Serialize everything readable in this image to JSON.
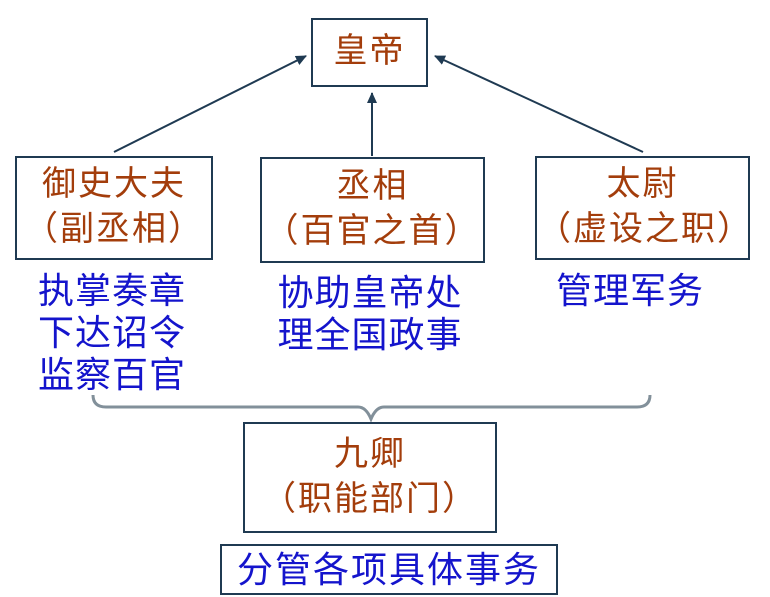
{
  "diagram": {
    "colors": {
      "background": "#ffffff",
      "box_border": "#1f3a52",
      "box_title_text": "#a33d0b",
      "description_text": "#1414cc",
      "arrow": "#1f3a52",
      "brace": "#82909a"
    },
    "nodes": {
      "emperor": {
        "label": "皇帝"
      },
      "censor": {
        "title": "御史大夫",
        "subtitle": "（副丞相）",
        "desc": [
          "执掌奏章",
          "下达诏令",
          "监察百官"
        ]
      },
      "chancellor": {
        "title": "丞相",
        "subtitle": "（百官之首）",
        "desc": [
          "协助皇帝处",
          "理全国政事"
        ]
      },
      "commandant": {
        "title": "太尉",
        "subtitle": "（虚设之职）",
        "desc": [
          "管理军务"
        ]
      },
      "nine_ministers": {
        "title": "九卿",
        "subtitle": "（职能部门）"
      },
      "nine_ministers_desc": {
        "label": "分管各项具体事务"
      }
    }
  }
}
